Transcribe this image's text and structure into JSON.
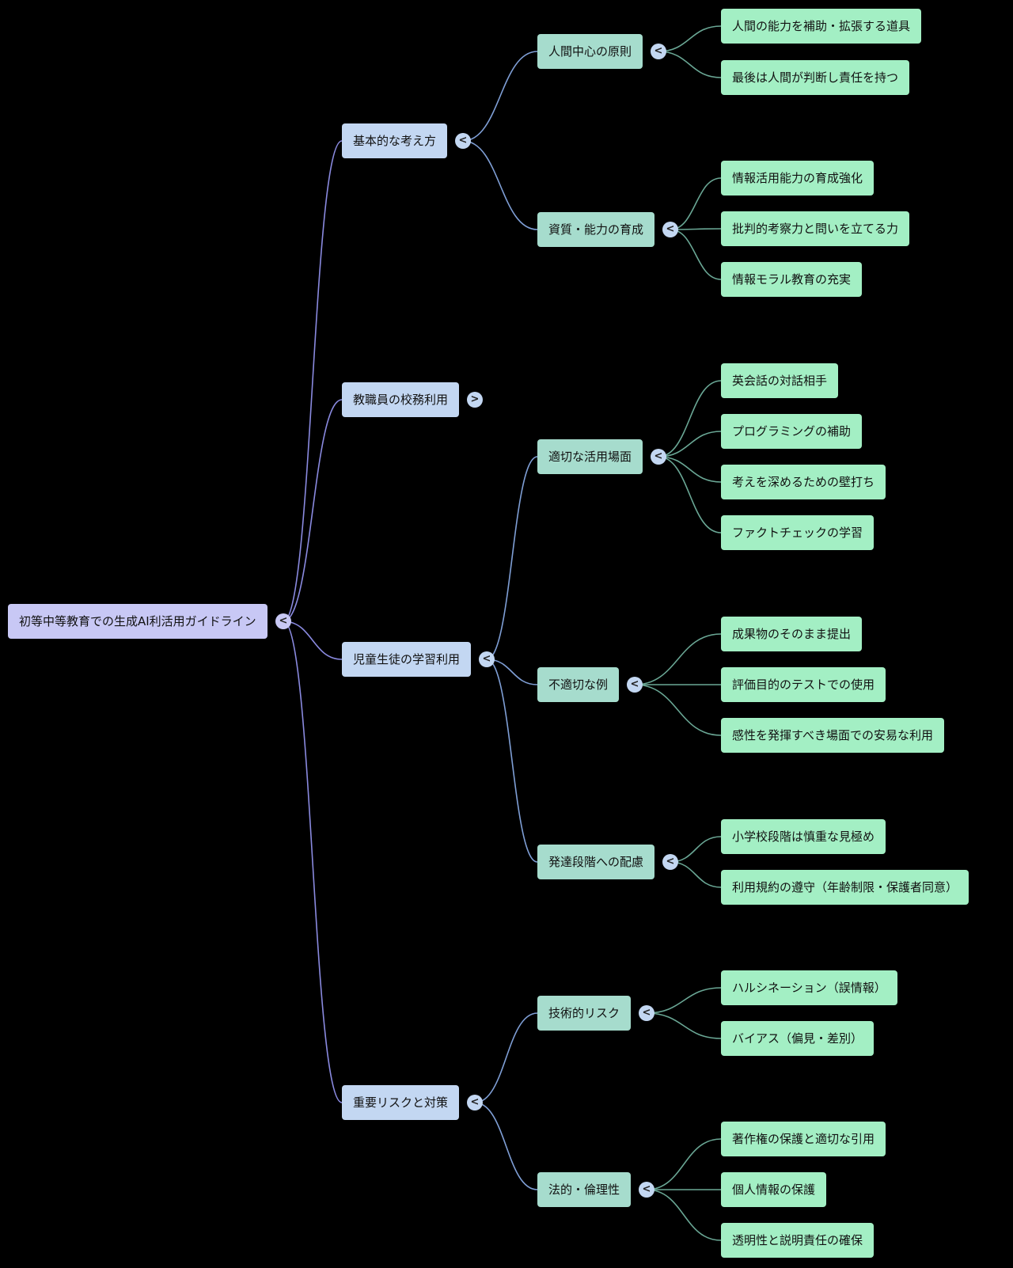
{
  "colors": {
    "background": "#000000",
    "root_node": "#c8c8f5",
    "level1_node": "#c3d7f2",
    "level2_node": "#a6dccd",
    "level3_node": "#a3efc4",
    "root_link": "#8a8ae0",
    "mid_link": "#7f9fd6",
    "leaf_link": "#6aa795"
  },
  "icons": {
    "expanded": "chevron-left-icon",
    "collapsed": "chevron-right-icon"
  },
  "tree": {
    "label": "初等中等教育での生成AI利活用ガイドライン",
    "toggle": "<",
    "children": [
      {
        "label": "基本的な考え方",
        "toggle": "<",
        "children": [
          {
            "label": "人間中心の原則",
            "toggle": "<",
            "children": [
              {
                "label": "人間の能力を補助・拡張する道具"
              },
              {
                "label": "最後は人間が判断し責任を持つ"
              }
            ]
          },
          {
            "label": "資質・能力の育成",
            "toggle": "<",
            "children": [
              {
                "label": "情報活用能力の育成強化"
              },
              {
                "label": "批判的考察力と問いを立てる力"
              },
              {
                "label": "情報モラル教育の充実"
              }
            ]
          }
        ]
      },
      {
        "label": "教職員の校務利用",
        "toggle": ">",
        "children": []
      },
      {
        "label": "児童生徒の学習利用",
        "toggle": "<",
        "children": [
          {
            "label": "適切な活用場面",
            "toggle": "<",
            "children": [
              {
                "label": "英会話の対話相手"
              },
              {
                "label": "プログラミングの補助"
              },
              {
                "label": "考えを深めるための壁打ち"
              },
              {
                "label": "ファクトチェックの学習"
              }
            ]
          },
          {
            "label": "不適切な例",
            "toggle": "<",
            "children": [
              {
                "label": "成果物のそのまま提出"
              },
              {
                "label": "評価目的のテストでの使用"
              },
              {
                "label": "感性を発揮すべき場面での安易な利用"
              }
            ]
          },
          {
            "label": "発達段階への配慮",
            "toggle": "<",
            "children": [
              {
                "label": "小学校段階は慎重な見極め"
              },
              {
                "label": "利用規約の遵守（年齢制限・保護者同意）"
              }
            ]
          }
        ]
      },
      {
        "label": "重要リスクと対策",
        "toggle": "<",
        "children": [
          {
            "label": "技術的リスク",
            "toggle": "<",
            "children": [
              {
                "label": "ハルシネーション（誤情報）"
              },
              {
                "label": "バイアス（偏見・差別）"
              }
            ]
          },
          {
            "label": "法的・倫理性",
            "toggle": "<",
            "children": [
              {
                "label": "著作権の保護と適切な引用"
              },
              {
                "label": "個人情報の保護"
              },
              {
                "label": "透明性と説明責任の確保"
              }
            ]
          }
        ]
      }
    ]
  }
}
